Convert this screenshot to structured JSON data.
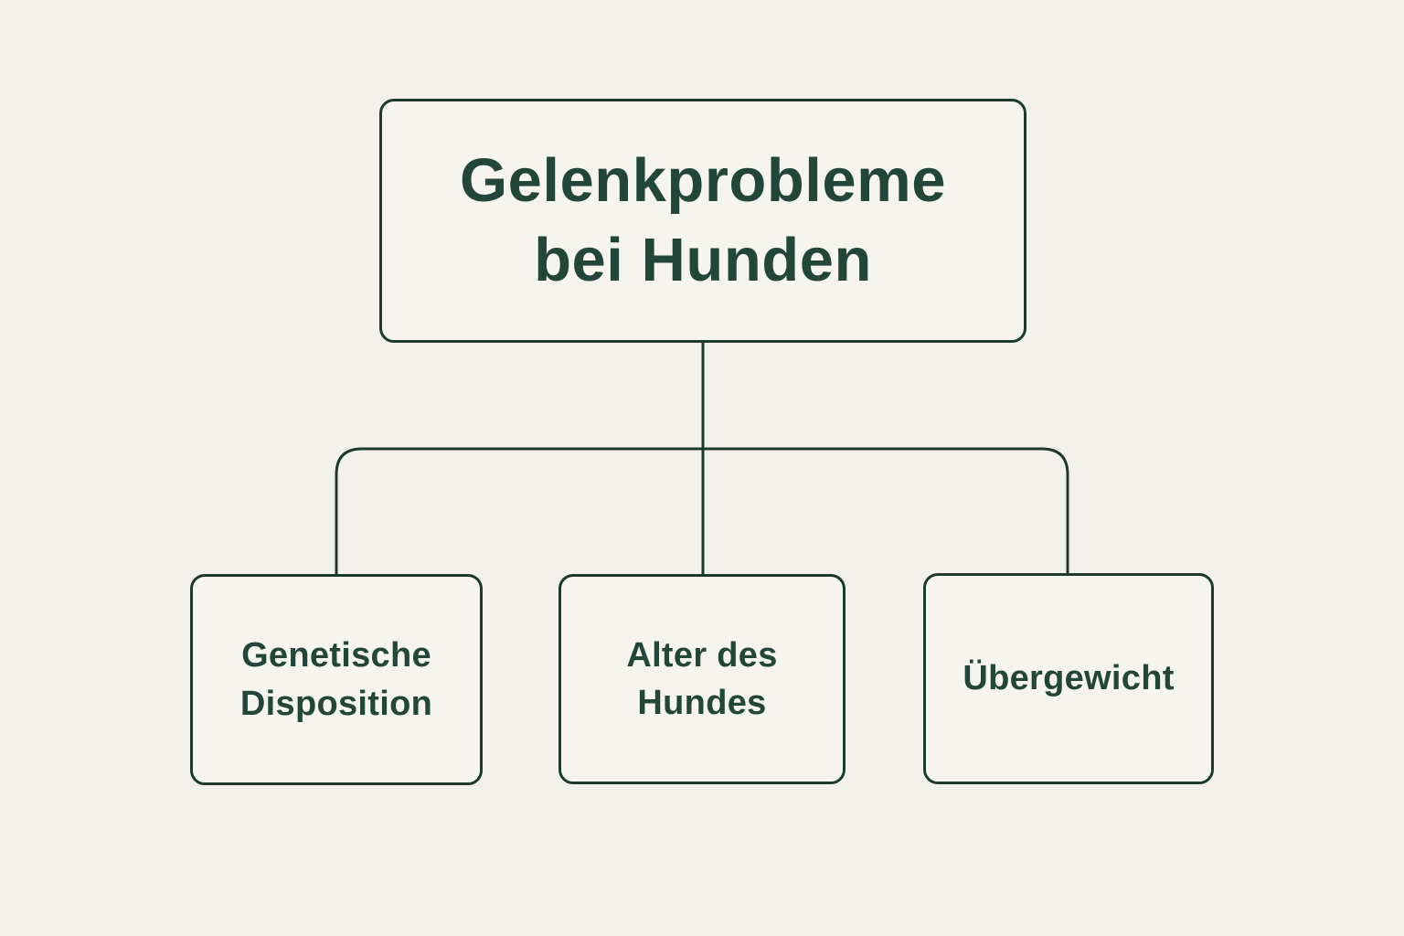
{
  "diagram": {
    "type": "hierarchy-flowchart",
    "root": {
      "label": "Gelenkprobleme bei Hunden"
    },
    "children": [
      {
        "label": "Genetische Disposition"
      },
      {
        "label": "Alter des Hundes"
      },
      {
        "label": "Übergewicht"
      }
    ],
    "colors": {
      "background": "#f2f1eb",
      "node_fill": "#f5f4ef",
      "stroke": "#1d3a2e",
      "text": "#24463a"
    }
  }
}
